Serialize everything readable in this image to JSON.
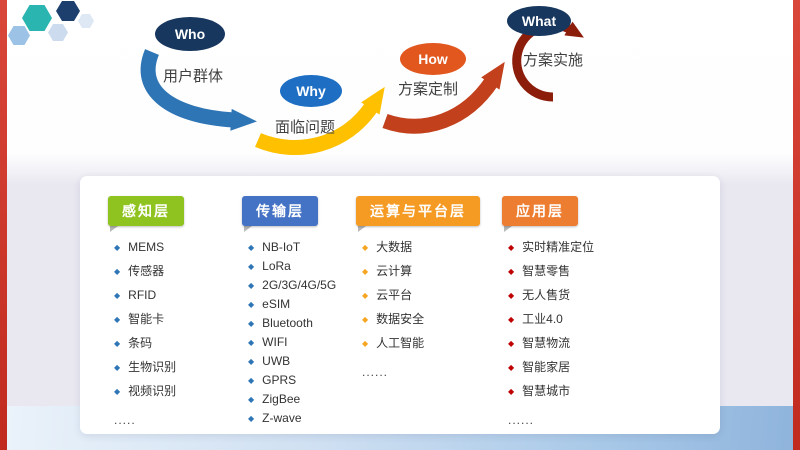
{
  "theme": {
    "frame_red": "#c8291d",
    "band_blue": "#9dc3e6",
    "background_lavender": "#e9e8f1"
  },
  "flow": {
    "stages": [
      {
        "tag": "Who",
        "label": "用户群体",
        "ellipse_color": "#17375e",
        "arrow_color": "#2e75b6"
      },
      {
        "tag": "Why",
        "label": "面临问题",
        "ellipse_color": "#1e6fc4",
        "arrow_color": "#ffc000"
      },
      {
        "tag": "How",
        "label": "方案定制",
        "ellipse_color": "#e2571d",
        "arrow_color": "#c2401c"
      },
      {
        "tag": "What",
        "label": "方案实施",
        "ellipse_color": "#17375e",
        "arrow_color": "#8c1d0a"
      }
    ]
  },
  "layers": [
    {
      "title": "感知层",
      "ribbon_color": "#8fc320",
      "bullet_color": "#2e75b6",
      "items": [
        "MEMS",
        "传感器",
        "RFID",
        "智能卡",
        "条码",
        "生物识别",
        "视频识别",
        "....."
      ]
    },
    {
      "title": "传输层",
      "ribbon_color": "#4472c4",
      "bullet_color": "#2e75b6",
      "items": [
        "NB-IoT",
        "LoRa",
        "2G/3G/4G/5G",
        "eSIM",
        "Bluetooth",
        "WIFI",
        "UWB",
        "GPRS",
        "ZigBee",
        "Z-wave"
      ]
    },
    {
      "title": "运算与平台层",
      "ribbon_color": "#f59a23",
      "bullet_color": "#f5a623",
      "items": [
        "大数据",
        "云计算",
        "云平台",
        "数据安全",
        "人工智能",
        "......"
      ]
    },
    {
      "title": "应用层",
      "ribbon_color": "#ed7d31",
      "bullet_color": "#c00000",
      "items": [
        "实时精准定位",
        "智慧零售",
        "无人售货",
        "工业4.0",
        "智慧物流",
        "智能家居",
        "智慧城市",
        "......"
      ]
    }
  ]
}
